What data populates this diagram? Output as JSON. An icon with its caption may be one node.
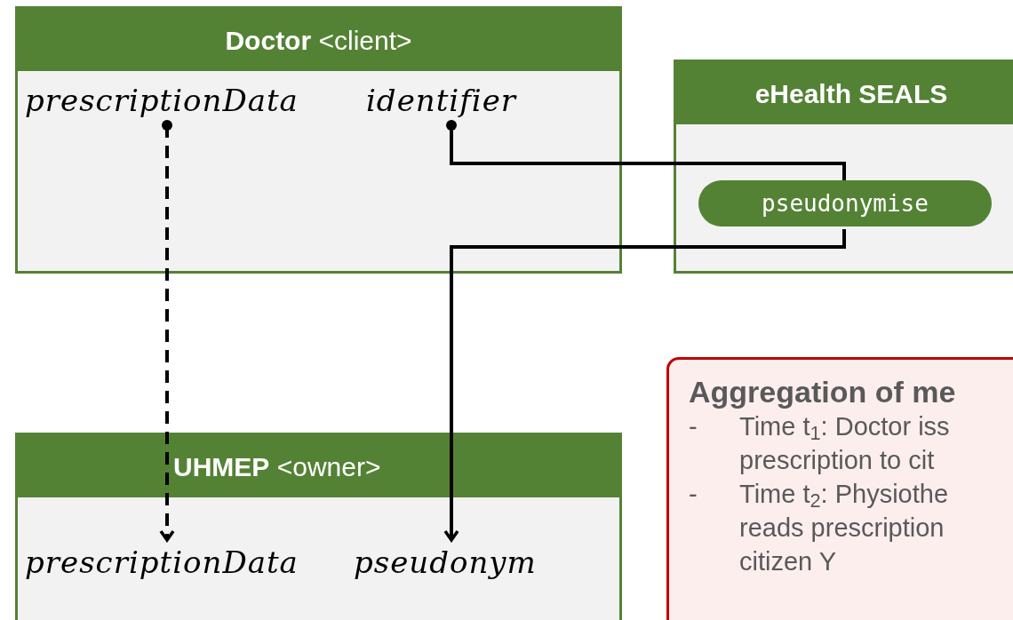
{
  "diagram": {
    "nodes": [
      {
        "text": [
          "**Doctor** <client>"
        ]
      },
      {
        "text": [
          "prescriptionData"
        ],
        "in": 0
      },
      {
        "text": [
          "identifier"
        ],
        "in": 0
      },
      {
        "text": [
          "eHealth SEALS"
        ]
      },
      {
        "text": [
          "pseudonymise"
        ],
        "in": 3
      },
      {
        "text": [
          "**UHMEP** <owner>"
        ]
      },
      {
        "text": [
          "prescriptionData"
        ],
        "in": 5
      },
      {
        "text": [
          "pseudonym"
        ],
        "in": 5
      },
      {
        "text": [
          "Aggregation of me",
          "-",
          "Time t$_{1}$: Doctor iss prescription to cit",
          "-",
          "Time t$_{2}$: Physiothe reads prescription citizen Y"
        ]
      }
    ],
    "edges": [
      {
        "from": 1,
        "to": 6,
        "arrow": "to",
        "style": "dashed"
      },
      {
        "from": 2,
        "to": 4,
        "arrow": "other"
      },
      {
        "from": 4,
        "to": 7,
        "arrow": "to"
      }
    ]
  }
}
